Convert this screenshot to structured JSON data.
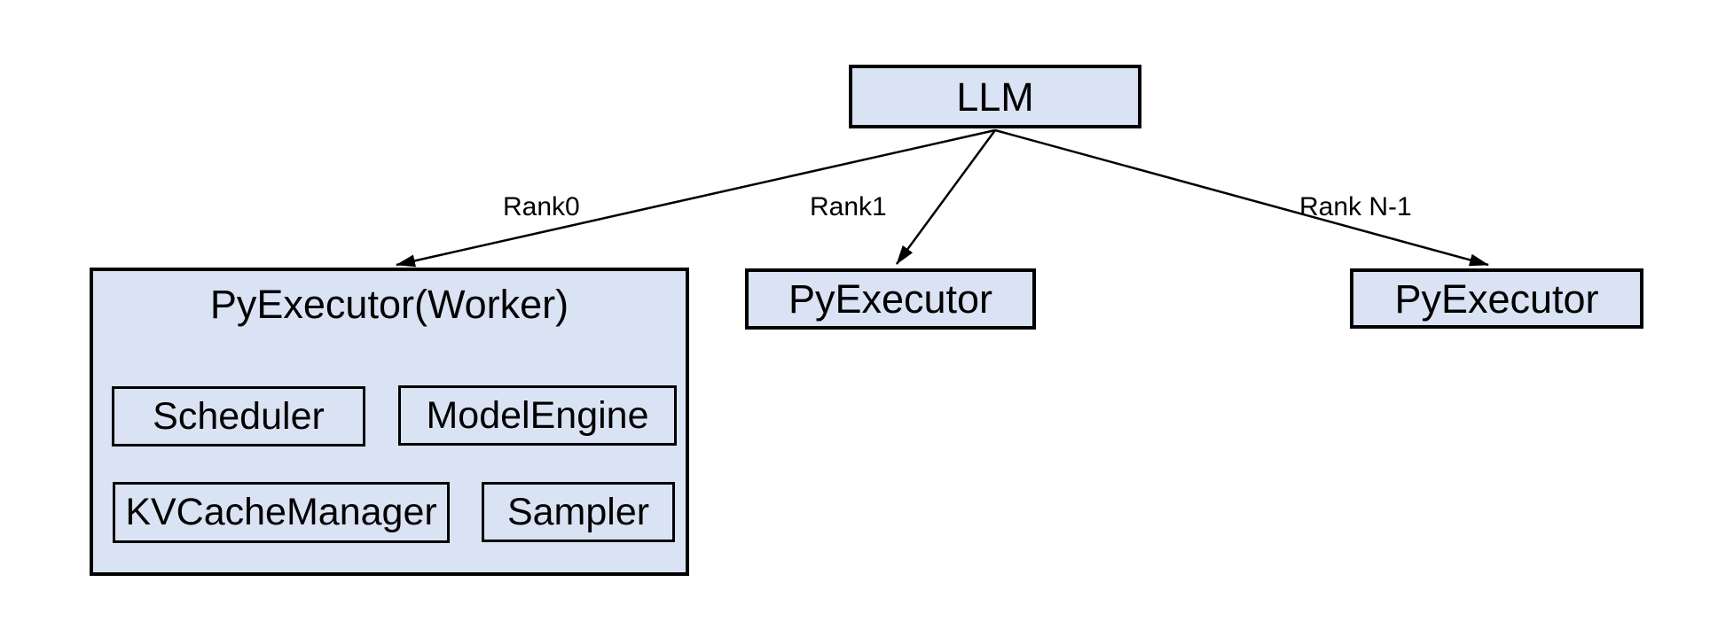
{
  "colors": {
    "background": "#ffffff",
    "node_fill": "#dae3f3",
    "node_border": "#000000",
    "text": "#000000",
    "arrow": "#000000"
  },
  "nodes": {
    "llm": {
      "label": "LLM"
    },
    "worker": {
      "label": "PyExecutor(Worker)",
      "children": [
        {
          "label": "Scheduler"
        },
        {
          "label": "ModelEngine"
        },
        {
          "label": "KVCacheManager"
        },
        {
          "label": "Sampler"
        }
      ]
    },
    "executor_rank1": {
      "label": "PyExecutor"
    },
    "executor_rankN": {
      "label": "PyExecutor"
    }
  },
  "edges": [
    {
      "label": "Rank0",
      "from": "llm",
      "to": "worker"
    },
    {
      "label": "Rank1",
      "from": "llm",
      "to": "executor_rank1"
    },
    {
      "label": "Rank N-1",
      "from": "llm",
      "to": "executor_rankN"
    }
  ]
}
